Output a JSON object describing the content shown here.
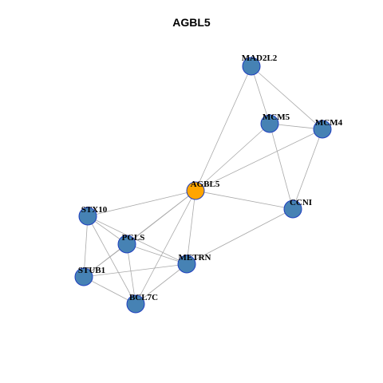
{
  "title": "AGBL5",
  "colors": {
    "hub_fill": "#FFA500",
    "node_fill": "#4682B4",
    "node_stroke": "#1F3FBF",
    "edge": "#A9A9A9",
    "label": "#000000"
  },
  "nodes": [
    {
      "id": "AGBL5",
      "label": "AGBL5",
      "hub": true
    },
    {
      "id": "MAD2L2",
      "label": "MAD2L2",
      "hub": false
    },
    {
      "id": "MCM5",
      "label": "MCM5",
      "hub": false
    },
    {
      "id": "MCM4",
      "label": "MCM4",
      "hub": false
    },
    {
      "id": "CCNI",
      "label": "CCNI",
      "hub": false
    },
    {
      "id": "STX10",
      "label": "STX10",
      "hub": false
    },
    {
      "id": "PGLS",
      "label": "PGLS",
      "hub": false
    },
    {
      "id": "METRN",
      "label": "METRN",
      "hub": false
    },
    {
      "id": "STUB1",
      "label": "STUB1",
      "hub": false
    },
    {
      "id": "BCL7C",
      "label": "BCL7C",
      "hub": false
    }
  ],
  "edges": [
    [
      "AGBL5",
      "MAD2L2"
    ],
    [
      "AGBL5",
      "MCM5"
    ],
    [
      "AGBL5",
      "MCM4"
    ],
    [
      "AGBL5",
      "CCNI"
    ],
    [
      "AGBL5",
      "STX10"
    ],
    [
      "AGBL5",
      "PGLS"
    ],
    [
      "AGBL5",
      "METRN"
    ],
    [
      "AGBL5",
      "STUB1"
    ],
    [
      "AGBL5",
      "BCL7C"
    ],
    [
      "MAD2L2",
      "MCM5"
    ],
    [
      "MAD2L2",
      "MCM4"
    ],
    [
      "MCM5",
      "MCM4"
    ],
    [
      "MCM5",
      "CCNI"
    ],
    [
      "MCM4",
      "CCNI"
    ],
    [
      "CCNI",
      "METRN"
    ],
    [
      "STX10",
      "PGLS"
    ],
    [
      "STX10",
      "METRN"
    ],
    [
      "STX10",
      "STUB1"
    ],
    [
      "STX10",
      "BCL7C"
    ],
    [
      "PGLS",
      "METRN"
    ],
    [
      "PGLS",
      "STUB1"
    ],
    [
      "PGLS",
      "BCL7C"
    ],
    [
      "STUB1",
      "METRN"
    ],
    [
      "STUB1",
      "BCL7C"
    ],
    [
      "BCL7C",
      "METRN"
    ]
  ]
}
